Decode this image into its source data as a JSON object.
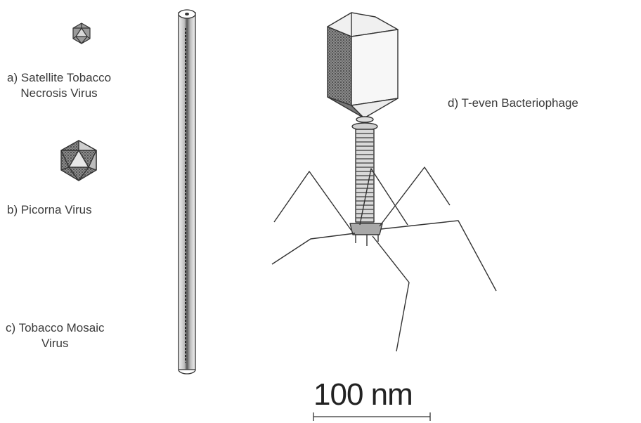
{
  "labels": {
    "a": {
      "line1": "a) Satellite Tobacco",
      "line2": "Necrosis Virus"
    },
    "b": {
      "line1": "b) Picorna Virus"
    },
    "c": {
      "line1": "c) Tobacco Mosaic",
      "line2": "Virus"
    },
    "d": {
      "line1": "d) T-even Bacteriophage"
    }
  },
  "scale_bar": {
    "label": "100 nm"
  }
}
